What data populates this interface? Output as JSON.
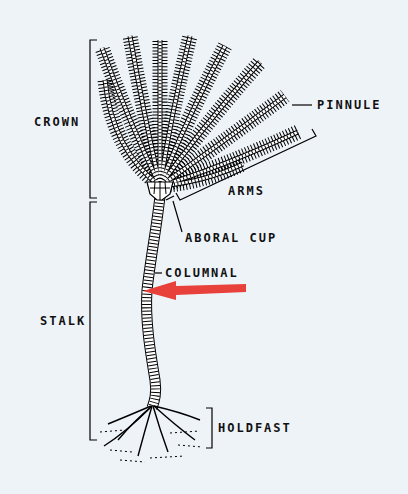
{
  "diagram": {
    "labels": [
      "CROWN",
      "PINNULE",
      "ARMS",
      "ABORAL CUP",
      "COLUMNAL",
      "STALK",
      "HOLDFAST"
    ]
  }
}
